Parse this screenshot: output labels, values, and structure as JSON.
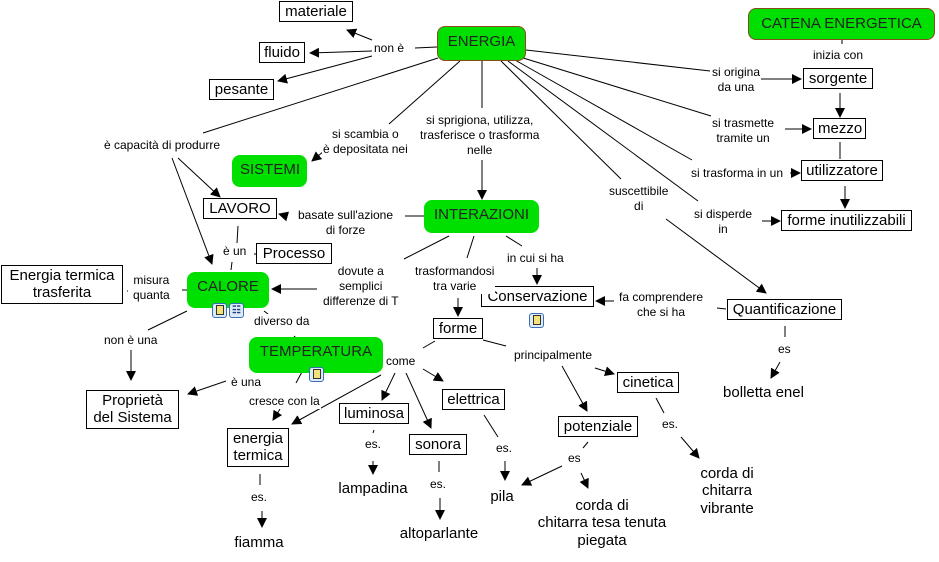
{
  "concepts": {
    "energia": "ENERGIA",
    "catena_energetica": "CATENA ENERGETICA",
    "materiale": "materiale",
    "fluido": "fluido",
    "pesante": "pesante",
    "sistemi": "SISTEMI",
    "lavoro": "LAVORO",
    "interazioni": "INTERAZIONI",
    "processo": "Processo",
    "calore": "CALORE",
    "energia_termica_trasferita": "Energia termica\ntrasferita",
    "temperatura": "TEMPERATURA",
    "proprieta_sistema": "Proprietà\ndel Sistema",
    "energia_termica": "energia\ntermica",
    "fiamma": "fiamma",
    "luminosa": "luminosa",
    "lampadina": "lampadina",
    "sonora": "sonora",
    "altoparlante": "altoparlante",
    "elettrica": "elettrica",
    "pila": "pila",
    "forme": "forme",
    "conservazione": "Conservazione",
    "potenziale": "potenziale",
    "corda_tesa": "corda di\nchitarra tesa tenuta\npiegata",
    "cinetica": "cinetica",
    "corda_vibrante": "corda di\nchitarra\nvibrante",
    "quantificazione": "Quantificazione",
    "bolletta": "bolletta enel",
    "sorgente": "sorgente",
    "mezzo": "mezzo",
    "utilizzatore": "utilizzatore",
    "forme_inutilizzabili": "forme inutilizzabili"
  },
  "linking_phrases": {
    "non_e": "non è",
    "capacita": "è capacità di produrre",
    "scambia": "si scambia o\nè depositata nei",
    "sprigiona": "si sprigiona, utilizza,\ntrasferisce o trasforma\nnelle",
    "suscettibile": "suscettibile\ndi",
    "origina": "si origina\nda una",
    "trasmette": "si trasmette\ntramite un",
    "trasforma_in": "si trasforma in un",
    "disperde": "si disperde\nin",
    "inizia_con": "inizia con",
    "basate": "basate sull'azione\ndi forze",
    "e_un": "è un",
    "misura_quanta": "misura\nquanta",
    "dovute": "dovute a\nsemplici\ndifferenze di T",
    "trasformandosi": "trasformandosi\ntra varie",
    "in_cui": "in cui si ha",
    "fa_comprendere": "fa comprendere\nche si ha",
    "non_e_una": "non è una",
    "diverso_da": "diverso da",
    "e_una": "è una",
    "cresce": "cresce con la",
    "come": "come",
    "principalmente": "principalmente",
    "es_termica": "es.",
    "es_luminosa": "es.",
    "es_sonora": "es.",
    "es_elettrica": "es.",
    "es_potenziale": "es",
    "es_cinetica": "es.",
    "es_quantificazione": "es"
  },
  "resource_icons": {
    "calore_doc": "document-icon",
    "calore_map": "concept-map-icon",
    "temperatura_doc": "document-icon",
    "conservazione_doc": "document-icon"
  },
  "colors": {
    "concept_green": "#00e000",
    "green_border": "#8b4a1e",
    "line": "#000000"
  }
}
